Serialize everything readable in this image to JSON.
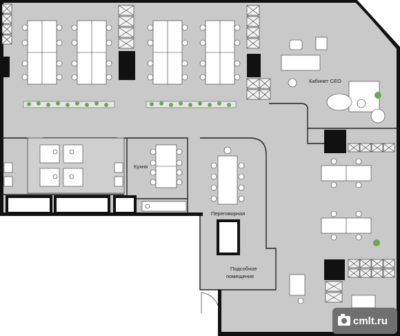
{
  "rooms": {
    "ceo": "Кабинет CEO",
    "kitchen": "Кухня",
    "meeting": "Переговорная",
    "utility_line1": "Подсобное",
    "utility_line2": "помещение"
  },
  "watermark": {
    "text": "cmlt.ru",
    "icon": "camera-icon"
  },
  "colors": {
    "floor": "#c9c9c9",
    "wall": "#111111",
    "desk": "#ffffff",
    "accent_green": "#6aa84f",
    "watermark_bg": "#6f6f6f"
  }
}
